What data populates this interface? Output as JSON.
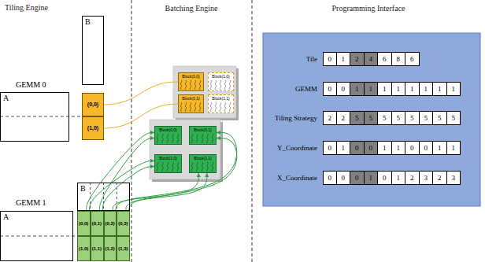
{
  "diagram": {
    "nodes": [
      {
        "text": [
          "A"
        ]
      },
      {
        "text": [
          "B"
        ]
      },
      {
        "text": [
          "(0,0)"
        ]
      },
      {
        "text": [
          "(1,0)"
        ]
      },
      {
        "text": [
          "Block(0,0)"
        ]
      },
      {
        "text": [
          "Block(1,0)"
        ]
      },
      {
        "text": [
          "Block(0,1)"
        ]
      },
      {
        "text": [
          "Block(1,1)"
        ]
      },
      {
        "text": [
          "Block(0,0)"
        ]
      },
      {
        "text": [
          "Block(0,1)"
        ]
      },
      {
        "text": [
          "Block(1,0)"
        ]
      },
      {
        "text": [
          "Block(1,1)"
        ]
      },
      {
        "text": [
          "A"
        ]
      },
      {
        "text": [
          "B"
        ]
      },
      {
        "text": [
          "(0,0)"
        ]
      },
      {
        "text": [
          "(0,1)"
        ]
      },
      {
        "text": [
          "(0,2)"
        ]
      },
      {
        "text": [
          "(0,3)"
        ]
      },
      {
        "text": [
          "(1,0)"
        ]
      },
      {
        "text": [
          "(1,1)"
        ]
      },
      {
        "text": [
          "(1,2)"
        ]
      },
      {
        "text": [
          "(1,3)"
        ]
      }
    ],
    "edges": [
      {
        "from": 2,
        "to": 4,
        "arrow": "none"
      },
      {
        "from": 3,
        "to": 6,
        "arrow": "none"
      },
      {
        "from": 14,
        "to": 8,
        "arrow": "to"
      },
      {
        "from": 15,
        "to": 8,
        "arrow": "to"
      },
      {
        "from": 16,
        "to": 9,
        "arrow": "to"
      },
      {
        "from": 17,
        "to": 9,
        "arrow": "to"
      },
      {
        "from": 18,
        "to": 10,
        "arrow": "to"
      },
      {
        "from": 19,
        "to": 10,
        "arrow": "to"
      },
      {
        "from": 20,
        "to": 11,
        "arrow": "to"
      },
      {
        "from": 21,
        "to": 11,
        "arrow": "to"
      }
    ],
    "labels": [
      "Tiling Engine",
      "Batching Engine",
      "Programming Interface",
      "GEMM 0",
      "GEMM 1",
      "Tile",
      "0",
      "1",
      "2",
      "4",
      "6",
      "8",
      "6",
      "GEMM",
      "0",
      "0",
      "1",
      "1",
      "1",
      "1",
      "1",
      "1",
      "1",
      "1",
      "Tiling Strategy",
      "2",
      "2",
      "5",
      "5",
      "5",
      "5",
      "5",
      "5",
      "5",
      "5",
      "Y_Coordinate",
      "0",
      "1",
      "0",
      "0",
      "1",
      "1",
      "0",
      "0",
      "1",
      "1",
      "X_Coordinate",
      "0",
      "0",
      "0",
      "1",
      "0",
      "1",
      "2",
      "3",
      "2",
      "3"
    ]
  }
}
